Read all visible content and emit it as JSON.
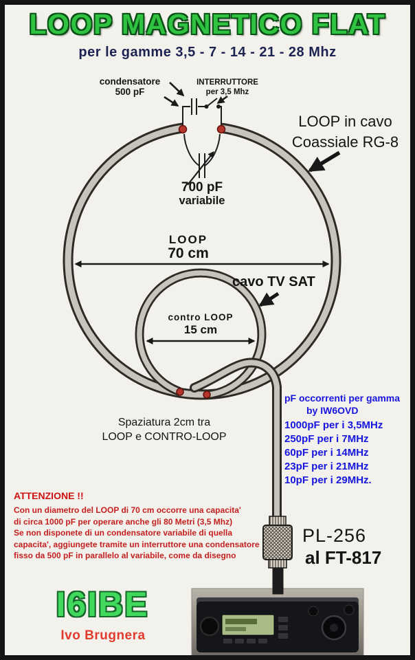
{
  "title": "LOOP MAGNETICO FLAT",
  "subtitle": "per le gamme  3,5 - 7 - 14 - 21 - 28  Mhz",
  "schematic": {
    "condensatore_line1": "condensatore",
    "condensatore_line2": "500 pF",
    "interruttore_line1": "INTERRUTTORE",
    "interruttore_line2": "per 3,5 Mhz",
    "variable_cap_line1": "700 pF",
    "variable_cap_line2": "variabile",
    "coax_label_line1": "LOOP in cavo",
    "coax_label_line2": "Coassiale RG-8",
    "loop_label": "LOOP",
    "loop_diameter": "70 cm",
    "tvsat_label": "cavo TV SAT",
    "controloop_label": "contro LOOP",
    "controloop_diameter": "15 cm",
    "spacing_line1": "Spaziatura  2cm tra",
    "spacing_line2": "LOOP e CONTRO-LOOP",
    "connector_label": "PL-256",
    "connector_sub": "al FT-817"
  },
  "pf_table": {
    "title": "pF occorrenti per gamma",
    "credit": "by IW6OVD",
    "rows": [
      "1000pF per i 3,5MHz",
      "250pF per i 7MHz",
      "60pF per i 14MHz",
      "23pF per i 21MHz",
      "10pF per i 29MHz."
    ]
  },
  "warning": {
    "title": "ATTENZIONE !!",
    "lines": [
      "Con un diametro del LOOP di 70 cm occorre una capacita'",
      "di circa 1000 pF per operare anche gli 80 Metri (3,5 Mhz)",
      "Se non disponete di un condensatore variabile di quella",
      "capacita', aggiungete tramite un interruttore una condensatore",
      "fisso da 500 pF in parallelo  al variabile, come da disegno"
    ]
  },
  "footer": {
    "callsign": "I6IBE",
    "author": "Ivo Brugnera"
  },
  "colors": {
    "title_green": "#2fc341",
    "blue_text": "#1616e0",
    "red_text": "#c42020",
    "callsign_green": "#40d95c"
  }
}
